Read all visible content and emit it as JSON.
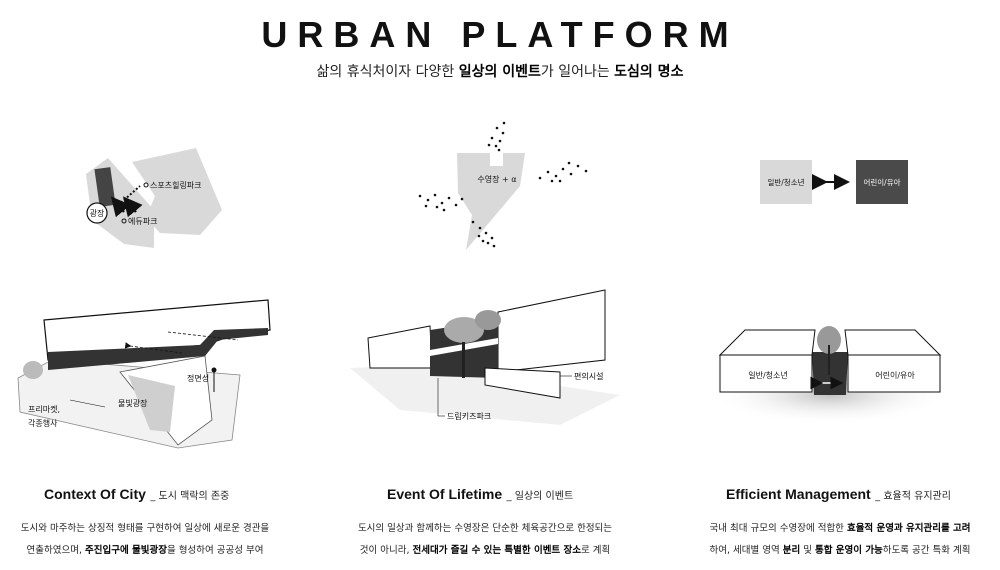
{
  "header": {
    "title": "URBAN PLATFORM",
    "subtitle_parts": [
      {
        "text": "삶의 휴식처이자 다양한 ",
        "bold": false
      },
      {
        "text": "일상의 이벤트",
        "bold": true
      },
      {
        "text": "가 일어나는 ",
        "bold": false
      },
      {
        "text": "도심의 명소",
        "bold": true
      }
    ]
  },
  "diagram1": {
    "top": {
      "sports_park": "스포츠힐링파크",
      "edu_park": "에듀파크",
      "plaza": "광장"
    },
    "bottom": {
      "front": "정면성",
      "water_plaza": "물빛광장",
      "market_line1": "프리마켓,",
      "market_line2": "각종행사"
    }
  },
  "diagram2": {
    "top": {
      "pool_label": "수영장 + α"
    },
    "bottom": {
      "amenity": "편의시설",
      "kids_park": "드림키즈파크"
    }
  },
  "diagram3": {
    "top": {
      "left_box": "일반/청소년",
      "right_box": "어린이/유아"
    },
    "bottom": {
      "left": "일반/청소년",
      "right": "어린이/유아"
    }
  },
  "columns": [
    {
      "heading": "Context Of City",
      "sub": "_ 도시 맥락의 존중",
      "lines": [
        [
          {
            "text": "도시와 마주하는 상징적 형태를 구현하여 일상에 새로운 경관을",
            "bold": false
          }
        ],
        [
          {
            "text": "연출하였으며, ",
            "bold": false
          },
          {
            "text": "주진입구에 물빛광장",
            "bold": true
          },
          {
            "text": "을 형성하여 공공성 부여",
            "bold": false
          }
        ]
      ]
    },
    {
      "heading": "Event Of Lifetime",
      "sub": "_ 일상의 이벤트",
      "lines": [
        [
          {
            "text": "도시의 일상과 함께하는 수영장은 단순한 체육공간으로 한정되는",
            "bold": false
          }
        ],
        [
          {
            "text": "것이 아니라, ",
            "bold": false
          },
          {
            "text": "전세대가 즐길 수 있는 특별한 이벤트 장소",
            "bold": true
          },
          {
            "text": "로 계획",
            "bold": false
          }
        ]
      ]
    },
    {
      "heading": "Efficient Management",
      "sub": "_ 효율적 유지관리",
      "lines": [
        [
          {
            "text": "국내 최대 규모의 수영장에 적합한 ",
            "bold": false
          },
          {
            "text": "효율적 운영과 유지관리를 고려",
            "bold": true
          }
        ],
        [
          {
            "text": "하여, 세대별 영역 ",
            "bold": false
          },
          {
            "text": "분리",
            "bold": true
          },
          {
            "text": " 및 ",
            "bold": false
          },
          {
            "text": "통합 운영이 가능",
            "bold": true
          },
          {
            "text": "하도록 공간 특화 계획",
            "bold": false
          }
        ]
      ]
    }
  ],
  "colors": {
    "light_gray": "#d9d9d9",
    "dark_gray": "#4a4a4a",
    "text": "#111111"
  }
}
